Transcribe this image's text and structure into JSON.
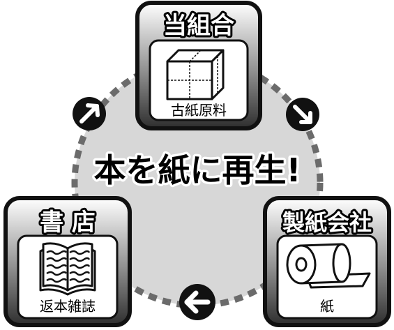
{
  "center_text": "本を紙に再生!",
  "nodes": {
    "union": {
      "title": "当組合",
      "subtitle": "古紙原料",
      "icon": "cardboard-box-icon"
    },
    "paper_company": {
      "title": "製紙会社",
      "subtitle": "紙",
      "icon": "paper-roll-icon"
    },
    "bookstore": {
      "title": "書 店",
      "subtitle": "返本雑誌",
      "icon": "open-book-icon"
    }
  },
  "arrows": [
    {
      "from": "bookstore",
      "to": "union",
      "icon": "arrow-up-right-icon"
    },
    {
      "from": "union",
      "to": "paper_company",
      "icon": "arrow-down-right-icon"
    },
    {
      "from": "paper_company",
      "to": "bookstore",
      "icon": "arrow-left-icon"
    }
  ],
  "colors": {
    "cycle_fill": "#d7d7d7",
    "cycle_ring": "#6b6b6b",
    "panel_top": "#ffffff",
    "panel_bottom": "#2e2e2e",
    "outline": "#111111"
  }
}
